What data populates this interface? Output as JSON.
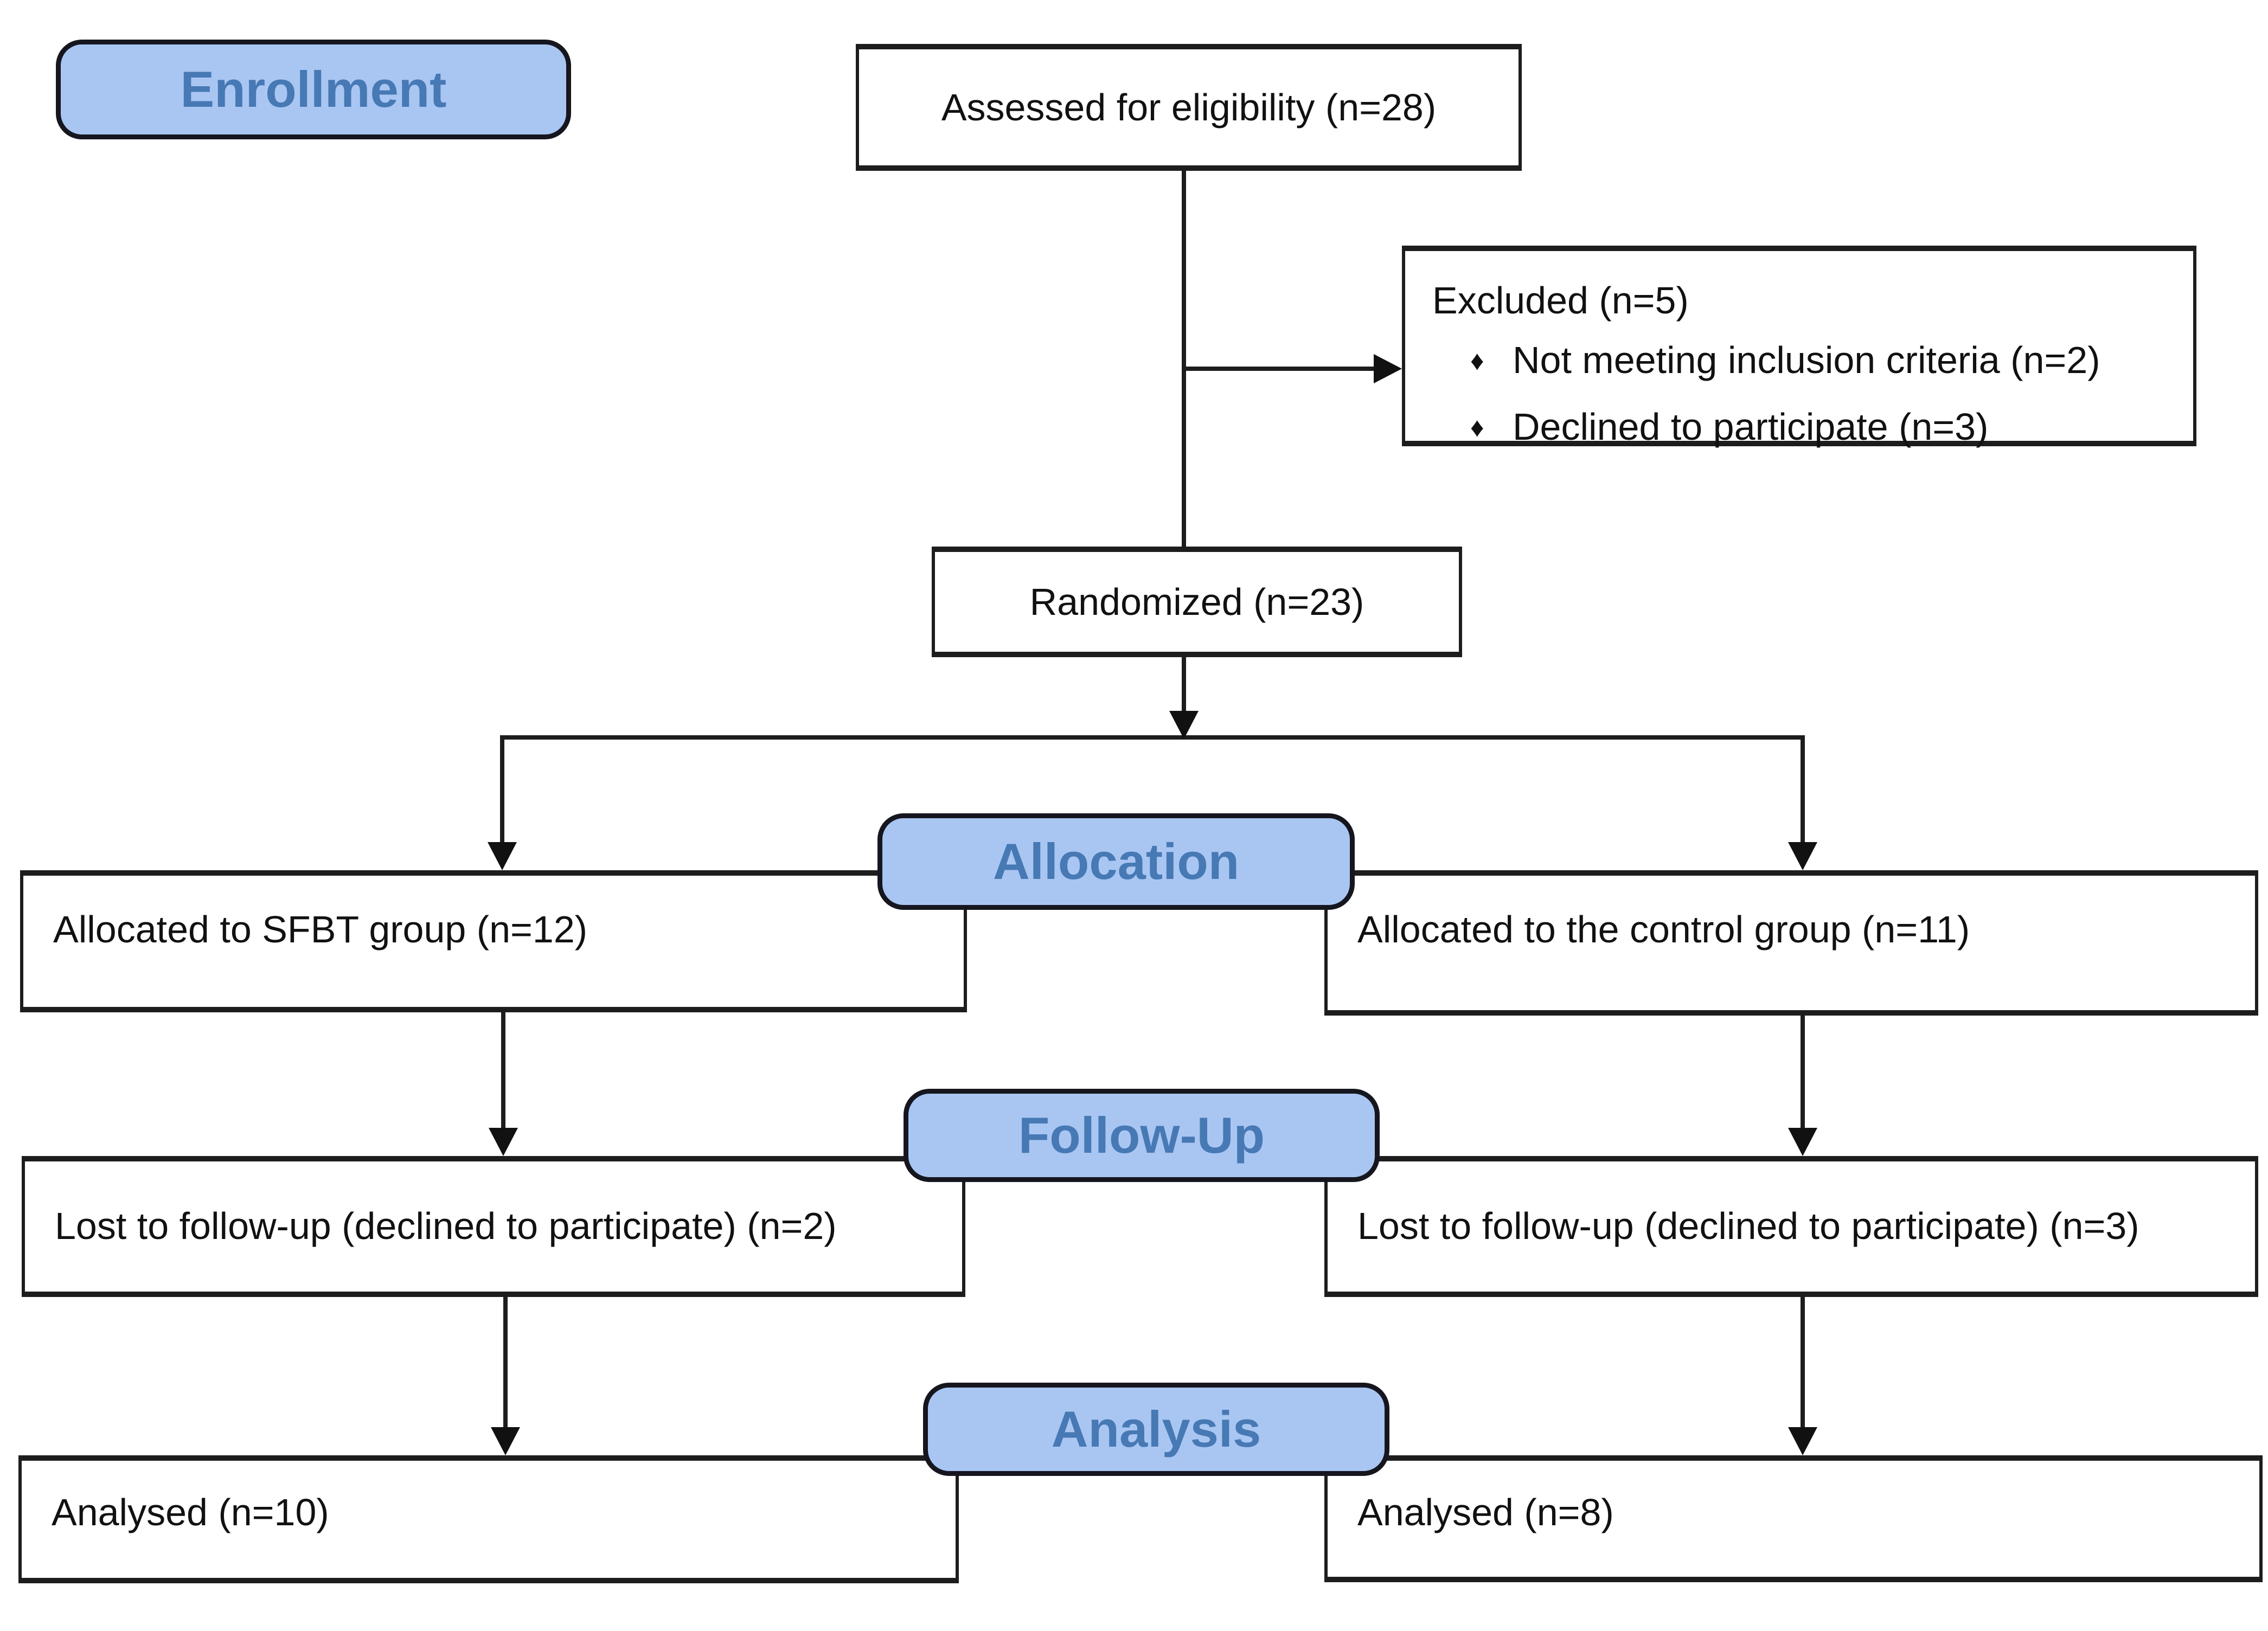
{
  "stages": {
    "enrollment": "Enrollment",
    "allocation": "Allocation",
    "followup": "Follow-Up",
    "analysis": "Analysis"
  },
  "boxes": {
    "assessed": "Assessed for eligibility (n=28)",
    "excluded_title": "Excluded (n=5)",
    "excluded_items": [
      "Not meeting inclusion criteria (n=2)",
      "Declined to participate (n=3)"
    ],
    "randomized": "Randomized (n=23)",
    "allocated_left": "Allocated to SFBT group (n=12)",
    "allocated_right": "Allocated to the control group (n=11)",
    "followup_left": "Lost to follow-up (declined to participate) (n=2)",
    "followup_right": "Lost to follow-up (declined to participate) (n=3)",
    "analysed_left": "Analysed (n=10)",
    "analysed_right": "Analysed (n=8)"
  },
  "bullet_glyph": "♦",
  "colors": {
    "stage_fill": "#a9c6f3",
    "stage_text": "#4779b4",
    "box_border": "#1d1d1d",
    "line": "#1d1d1d"
  }
}
